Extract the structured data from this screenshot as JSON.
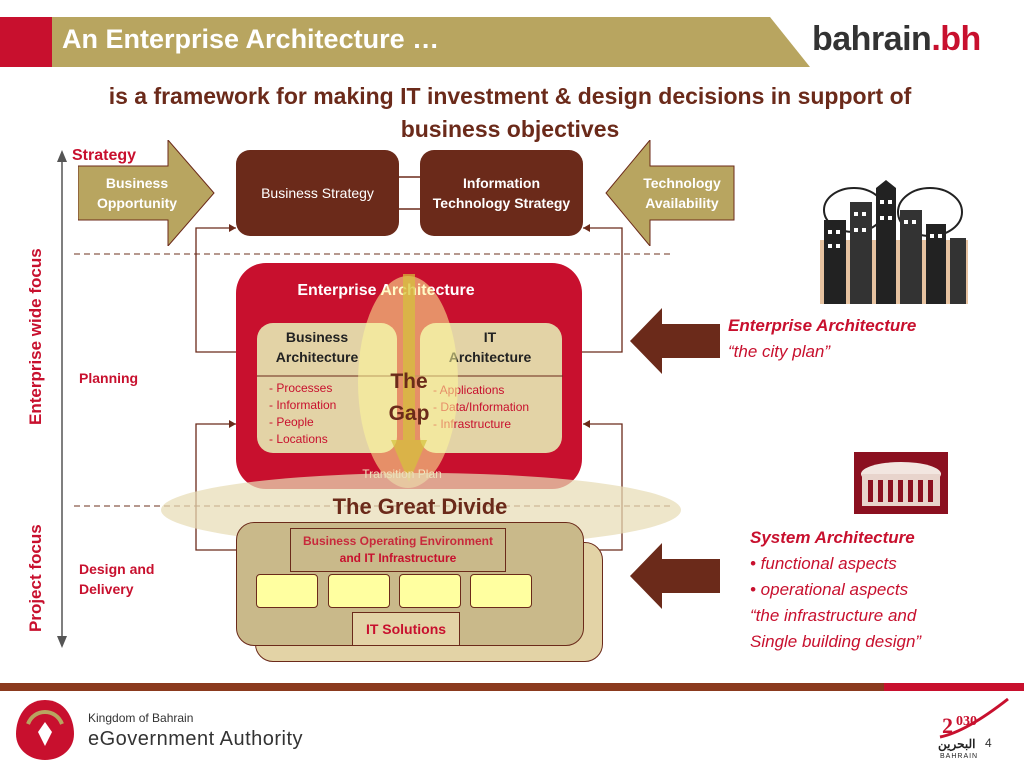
{
  "header": {
    "title": "An Enterprise Architecture …",
    "logo_main": "bahrain",
    "logo_tld": ".bh"
  },
  "subtitle": "is a framework for making  IT investment & design decisions in support of business objectives",
  "side_labels": {
    "left_top": "Enterprise wide focus",
    "left_bottom": "Project focus"
  },
  "levels": {
    "strategy": "Strategy",
    "planning": "Planning",
    "design": "Design and Delivery"
  },
  "strategy_row": {
    "left_arrow": "Business Opportunity",
    "business_strategy": "Business Strategy",
    "it_strategy": "Information Technology Strategy",
    "right_arrow": "Technology Availability"
  },
  "ea": {
    "title": "Enterprise Architecture",
    "business": {
      "heading": "Business Architecture",
      "items": [
        "- Processes",
        "- Information",
        "- People",
        "- Locations"
      ]
    },
    "it": {
      "heading": "IT Architecture",
      "items": [
        "- Applications",
        "- Data/Information",
        "- Infrastructure"
      ]
    },
    "gap": "The Gap",
    "transition": "Transition Plan"
  },
  "divide": "The Great Divide",
  "delivery": {
    "boe_line1": "Business Operating Environment",
    "boe_line2": "and IT Infrastructure",
    "it_solutions": "IT Solutions"
  },
  "right_annotations": {
    "ea_title": "Enterprise Architecture",
    "ea_quote": "“the city plan”",
    "sa_title": "System Architecture",
    "sa_items": [
      "• functional aspects",
      "• operational aspects"
    ],
    "sa_quote_1": "“the infrastructure and",
    "sa_quote_2": "Single building design”"
  },
  "footer": {
    "line1": "Kingdom of Bahrain",
    "line2": "eGovernment Authority",
    "page": "4",
    "badge_text": "البحرين",
    "badge_sub": "BAHRAIN"
  },
  "colors": {
    "brand_red": "#c8102e",
    "dark_brown": "#6b2a1a",
    "gold_arrow": "#b8a560",
    "tan": "#e3d3a6"
  }
}
